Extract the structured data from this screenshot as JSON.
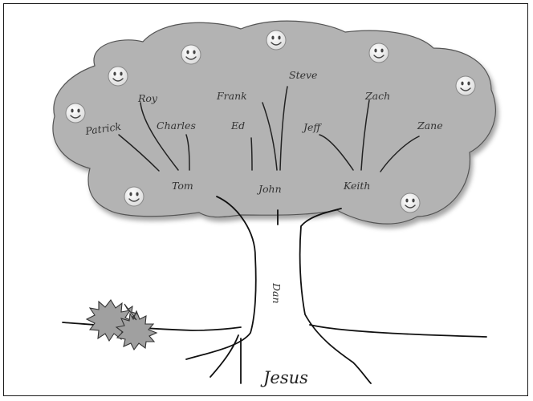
{
  "diagram": {
    "leaves": [
      "Roy",
      "Patrick",
      "Charles",
      "Frank",
      "Ed",
      "Steve",
      "Zach",
      "Jeff",
      "Zane"
    ],
    "branches": [
      "Tom",
      "John",
      "Keith"
    ],
    "trunk_label": "Dan",
    "root_label": "Jesus",
    "colors": {
      "canopy_fill": "#b3b3b3",
      "canopy_outline": "#555555",
      "line": "#111111",
      "face_fill": "#efefef"
    },
    "icons": {
      "face": "smiley-face-icon",
      "bush": "spiky-bush-icon"
    }
  }
}
